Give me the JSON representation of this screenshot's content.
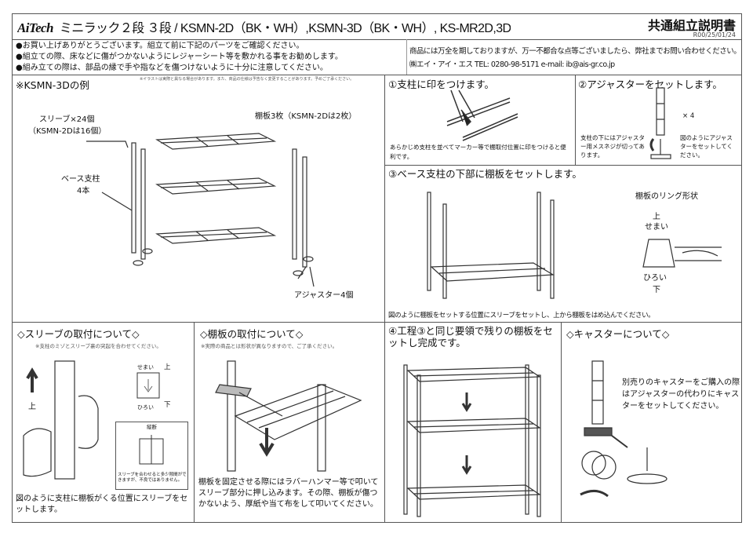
{
  "header": {
    "logo": "AiTech",
    "title": "ミニラック２段 ３段 / KSMN-2D（BK・WH）,KSMN-3D（BK・WH）, KS-MR2D,3D",
    "doc_title": "共通組立説明書",
    "revision": "R00/25/01/24"
  },
  "notes": {
    "left": [
      "●お買い上げありがとうございます。組立て前に下記のパーツをご確認ください。",
      "●組立ての際、床などに傷がつかないようにレジャーシート等を敷かれる事をお勧めします。",
      "●組み立ての際は、部品の縁で手や指などを傷つけないように十分に注意してください。"
    ],
    "right": [
      "商品には万全を期しておりますが、万一不都合な点等ございましたら、弊社までお問い合わせください。",
      "㈱エイ・アイ・エス TEL: 0280-98-5171 e-mail: ib@ais-gr.co.jp"
    ]
  },
  "parts": {
    "heading": "※KSMN-3Dの例",
    "disclaimer": "※イラストは実際と異なる場合があります。また、商品の仕様は予告なく変更することがあります。予めご了承ください。",
    "sleeve": "スリーブ×24個",
    "sleeve_sub": "（KSMN-2Dは16個）",
    "shelf": "棚板3枚（KSMN-2Dは2枚）",
    "post": "ベース支柱",
    "post_count": "4本",
    "adjuster": "アジャスター4個"
  },
  "step1": {
    "title": "①支柱に印をつけます。",
    "desc": "あらかじめ支柱を並べてマーカー等で棚取付位置に印をつけると便利です。"
  },
  "step2": {
    "title": "②アジャスターをセットします。",
    "count": "× 4",
    "left": "支柱の下にはアジャスター用メスネジが切ってあります。",
    "right": "図のようにアジャスターをセットしてください。"
  },
  "step3": {
    "title": "③ベース支柱の下部に棚板をセットします。",
    "ring_title": "棚板のリング形状",
    "up": "上",
    "narrow": "せまい",
    "wide": "ひろい",
    "down": "下",
    "desc": "図のように棚板をセットする位置にスリーブをセットし、上から棚板をはめ込んでください。"
  },
  "sleeve_section": {
    "title": "◇スリーブの取付について◇",
    "note": "※支柱のミゾとスリーブ裏の突起を合わせてください。",
    "up": "上",
    "narrow": "せまい",
    "wide": "ひろい",
    "top": "上",
    "bottom": "下",
    "detail_label": "縦断",
    "detail_note": "スリーブを合わせると多少隙間ができますが、不良ではありません。",
    "desc": "図のように支柱に棚板がくる位置にスリーブをセットします。"
  },
  "shelf_section": {
    "title": "◇棚板の取付について◇",
    "note": "※実際の商品とは形状が異なりますので、ご了承ください。",
    "desc": "棚板を固定させる際にはラバーハンマー等で叩いてスリーブ部分に押し込みます。その際、棚板が傷つかないよう、厚紙や当て布をして叩いてください。"
  },
  "step4": {
    "title": "④工程③と同じ要領で残りの棚板をセットし完成です。"
  },
  "caster_section": {
    "title": "◇キャスターについて◇",
    "desc": "別売りのキャスターをご購入の際はアジャスターの代わりにキャスターをセットしてください。"
  }
}
